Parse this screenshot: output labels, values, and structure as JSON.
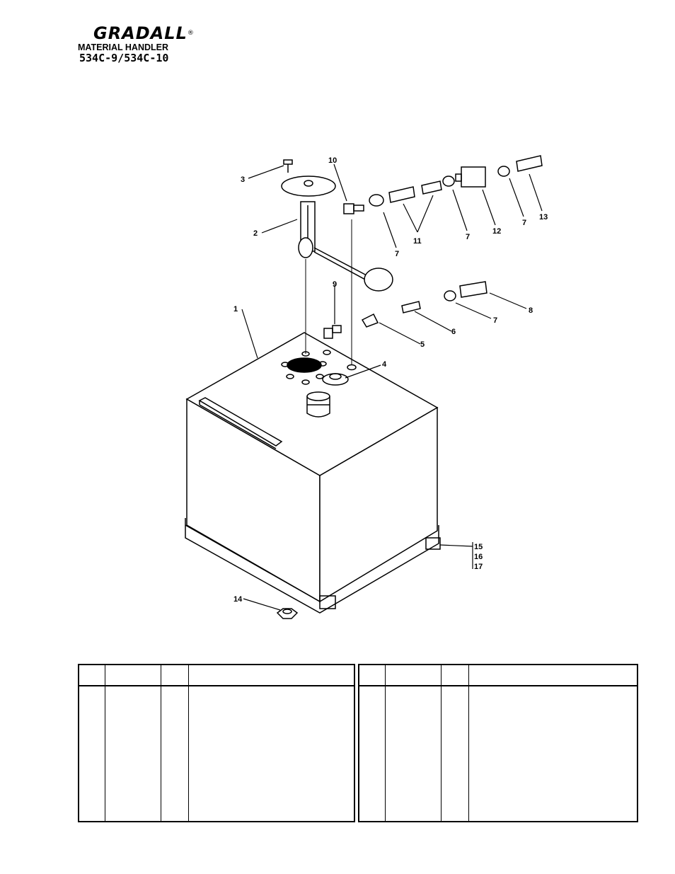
{
  "header": {
    "brand": "GRADALL",
    "registered": "®",
    "product": "MATERIAL HANDLER",
    "models": "534C-9/534C-10"
  },
  "callouts": [
    "1",
    "2",
    "3",
    "4",
    "5",
    "6",
    "7",
    "7",
    "7",
    "7",
    "8",
    "9",
    "10",
    "11",
    "12",
    "13",
    "14",
    "15",
    "16",
    "17"
  ],
  "parts_table": {
    "left_headers": [
      "",
      "",
      "",
      ""
    ],
    "right_headers": [
      "",
      "",
      "",
      ""
    ]
  }
}
